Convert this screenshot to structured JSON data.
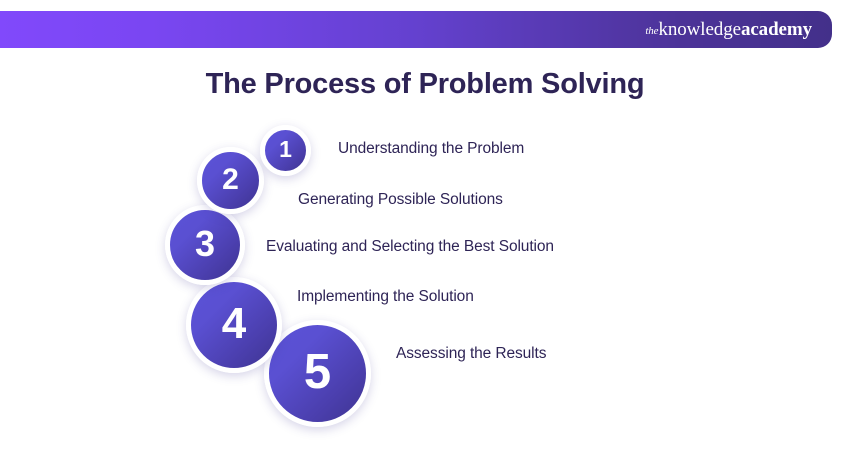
{
  "header": {
    "brand": {
      "the": "the",
      "knowledge": "knowledge",
      "academy": "academy"
    },
    "gradient_start": "#8149fb",
    "gradient_end": "#43308a"
  },
  "title": "The Process of Problem Solving",
  "title_color": "#2e2456",
  "background_color": "#ffffff",
  "steps": [
    {
      "number": "1",
      "label": "Understanding the Problem"
    },
    {
      "number": "2",
      "label": "Generating Possible Solutions"
    },
    {
      "number": "3",
      "label": "Evaluating and Selecting the Best Solution"
    },
    {
      "number": "4",
      "label": "Implementing the Solution"
    },
    {
      "number": "5",
      "label": "Assessing the Results"
    }
  ],
  "circle": {
    "gradient_start": "#5b52d6",
    "gradient_end": "#3e3490",
    "ring_color": "#ffffff",
    "number_color": "#ffffff"
  }
}
